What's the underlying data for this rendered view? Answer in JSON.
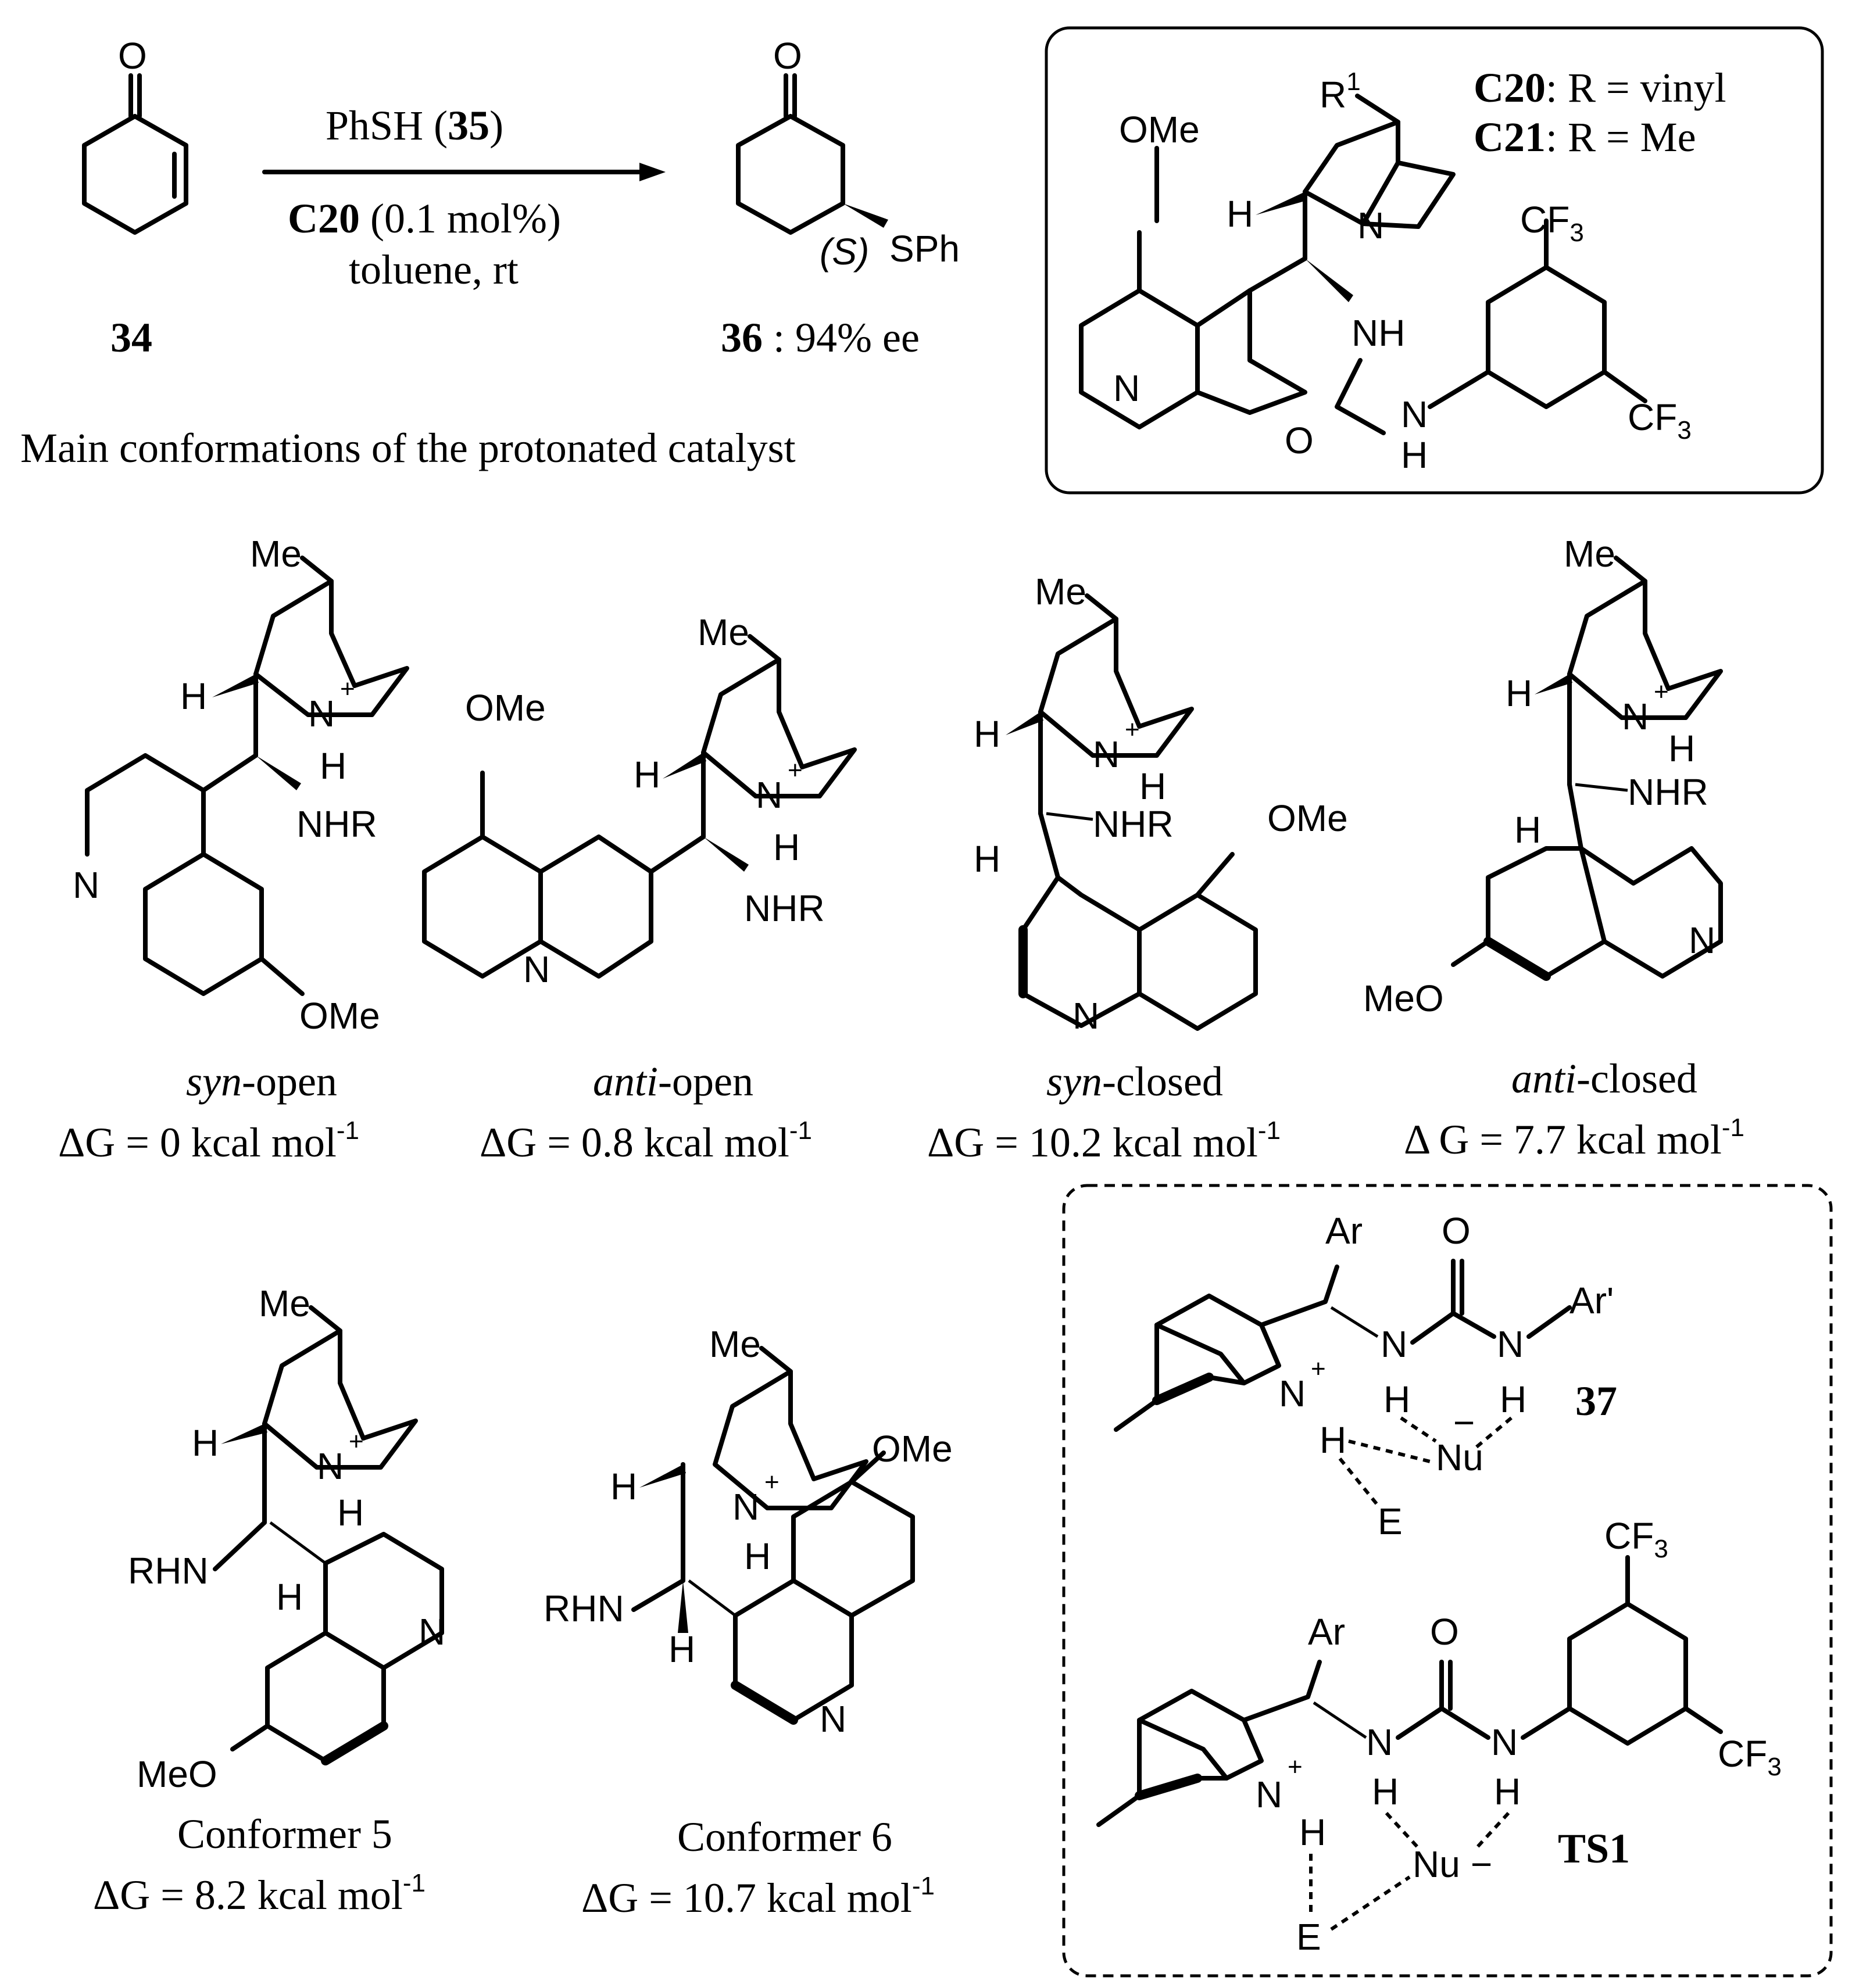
{
  "reaction": {
    "substrate_label": "34",
    "reagent": "PhSH",
    "reagent_number": "35",
    "catalyst": "C20",
    "catalyst_loading": "(0.1 mol%)",
    "conditions": "toluene, rt",
    "product_label": "36",
    "product_ee": ": 94% ee",
    "stereo_label": "(S)",
    "product_group": "SPh"
  },
  "catalyst_box": {
    "r_label": "R",
    "r_superscript": "1",
    "c20_label": "C20",
    "c20_def": ": R = vinyl",
    "c21_label": "C21",
    "c21_def": ": R = Me",
    "ome": "OMe",
    "cf3": "CF",
    "cf3_sub": "3"
  },
  "section_title": "Main conformations of the protonated catalyst",
  "conformers": [
    {
      "name_italic": "syn",
      "name_rest": "-open",
      "energy": "ΔG = 0 kcal mol",
      "energy_sup": "-1"
    },
    {
      "name_italic": "anti",
      "name_rest": "-open",
      "energy": "ΔG = 0.8 kcal mol",
      "energy_sup": "-1"
    },
    {
      "name_italic": "syn",
      "name_rest": "-closed",
      "energy": "ΔG = 10.2 kcal mol",
      "energy_sup": "-1"
    },
    {
      "name_italic": "anti",
      "name_rest": "-closed",
      "energy": "Δ G = 7.7 kcal mol",
      "energy_sup": "-1"
    },
    {
      "name_italic": "",
      "name_rest": "Conformer 5",
      "energy": "ΔG = 8.2 kcal mol",
      "energy_sup": "-1"
    },
    {
      "name_italic": "",
      "name_rest": "Conformer 6",
      "energy": "ΔG = 10.7 kcal mol",
      "energy_sup": "-1"
    }
  ],
  "atoms": {
    "me": "Me",
    "ome": "OMe",
    "meo": "MeO",
    "n": "N",
    "h": "H",
    "plus": "+",
    "nhr": "NHR",
    "rhn": "RHN",
    "o": "O",
    "ar": "Ar",
    "ar_prime": "Ar'",
    "nu": "Nu",
    "minus": "−",
    "e": "E",
    "cf": "CF",
    "sub3": "3"
  },
  "model_box": {
    "model_label": "37",
    "ts_label": "TS1"
  }
}
